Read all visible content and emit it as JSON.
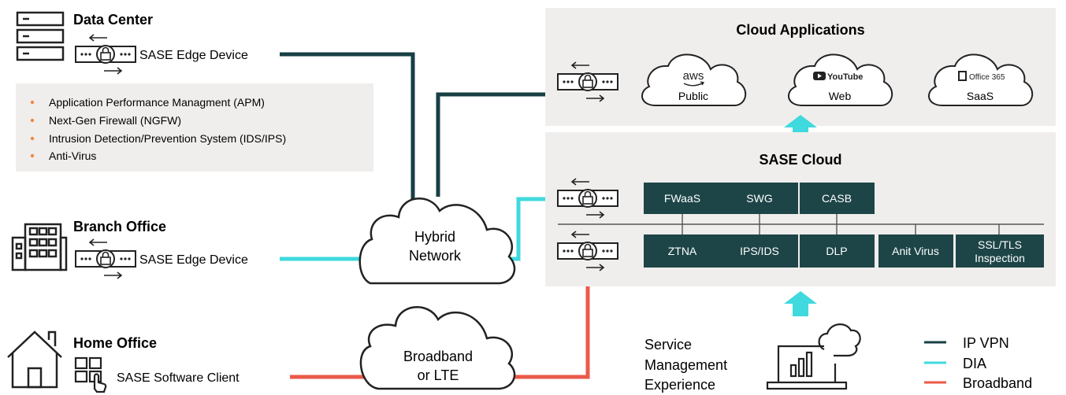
{
  "sites": {
    "data_center": {
      "title": "Data Center",
      "device": "SASE Edge Device"
    },
    "branch_office": {
      "title": "Branch Office",
      "device": "SASE Edge Device"
    },
    "home_office": {
      "title": "Home Office",
      "device": "SASE Software Client"
    }
  },
  "feature_list": [
    "Application Performance Managment (APM)",
    "Next-Gen Firewall (NGFW)",
    "Intrusion Detection/Prevention System (IDS/IPS)",
    "Anti-Virus"
  ],
  "networks": {
    "hybrid": [
      "Hybrid",
      "Network"
    ],
    "broadband": [
      "Broadband",
      "or LTE"
    ]
  },
  "cloud_applications": {
    "title": "Cloud Applications",
    "apps": [
      {
        "logo": "aws",
        "label": "Public",
        "icon": "aws-logo-icon"
      },
      {
        "logo": "YouTube",
        "label": "Web",
        "icon": "youtube-logo-icon"
      },
      {
        "logo": "Office 365",
        "label": "SaaS",
        "icon": "office365-logo-icon"
      }
    ]
  },
  "sase_cloud": {
    "title": "SASE Cloud",
    "top_services": [
      "FWaaS",
      "SWG",
      "CASB"
    ],
    "bottom_services": [
      "ZTNA",
      "IPS/IDS",
      "DLP",
      "Anit Virus",
      [
        "SSL/TLS",
        "Inspection"
      ]
    ]
  },
  "service_management": [
    "Service",
    "Management",
    "Experience"
  ],
  "legend": [
    {
      "label": "IP VPN",
      "color": "#173f45"
    },
    {
      "label": "DIA",
      "color": "#3fd9de"
    },
    {
      "label": "Broadband",
      "color": "#eb5a48"
    }
  ],
  "colors": {
    "ip_vpn": "#173f45",
    "dia": "#3fd9de",
    "broadband": "#eb5a48",
    "bullet": "#f0883e",
    "panel": "#f0eeed",
    "service_box": "#1d4547",
    "arrow": "#3fd9de"
  }
}
